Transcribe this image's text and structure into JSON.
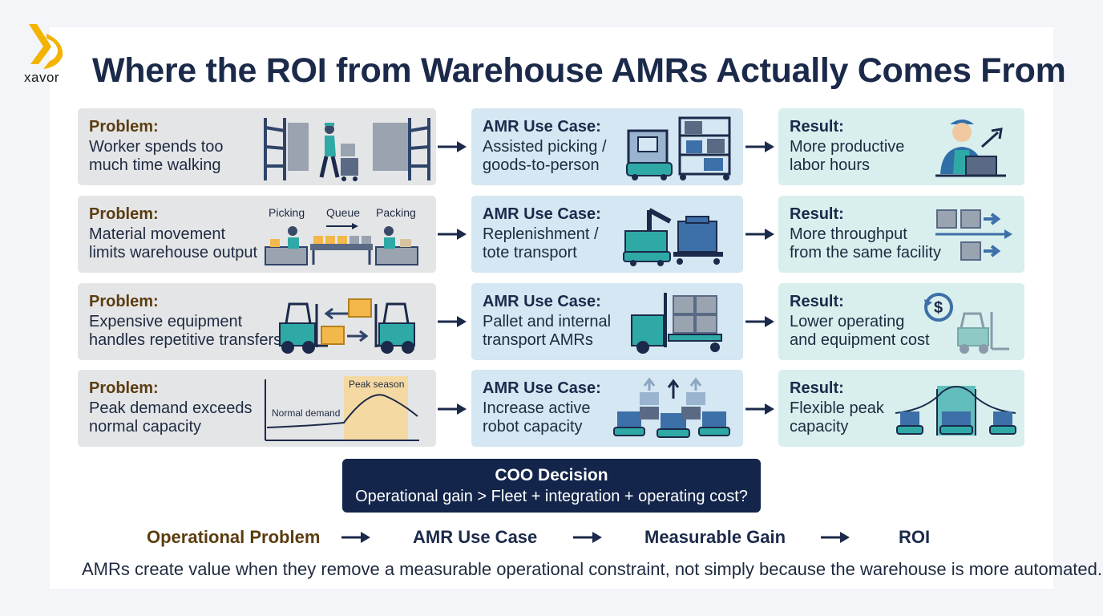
{
  "brand": {
    "logo_text": "xavor"
  },
  "title": "Where the ROI from Warehouse AMRs Actually Comes From",
  "rows": [
    {
      "problem": {
        "head": "Problem:",
        "body": "Worker spends too\nmuch time walking"
      },
      "usecase": {
        "head": "AMR Use Case:",
        "body": "Assisted picking /\ngoods-to-person"
      },
      "result": {
        "head": "Result:",
        "body": "More productive\nlabor hours"
      }
    },
    {
      "problem": {
        "head": "Problem:",
        "body": "Material movement\nlimits warehouse output",
        "labels": {
          "picking": "Picking",
          "queue": "Queue",
          "packing": "Packing"
        }
      },
      "usecase": {
        "head": "AMR Use Case:",
        "body": "Replenishment /\ntote transport"
      },
      "result": {
        "head": "Result:",
        "body": "More throughput\nfrom the same facility"
      }
    },
    {
      "problem": {
        "head": "Problem:",
        "body": "Expensive equipment\nhandles repetitive transfers"
      },
      "usecase": {
        "head": "AMR Use Case:",
        "body": "Pallet and internal\ntransport AMRs"
      },
      "result": {
        "head": "Result:",
        "body": "Lower operating\nand equipment cost"
      }
    },
    {
      "problem": {
        "head": "Problem:",
        "body": "Peak demand exceeds\nnormal capacity",
        "labels": {
          "normal": "Normal demand",
          "peak": "Peak season"
        }
      },
      "usecase": {
        "head": "AMR Use Case:",
        "body": "Increase active\nrobot capacity"
      },
      "result": {
        "head": "Result:",
        "body": "Flexible peak\ncapacity"
      }
    }
  ],
  "decision": {
    "title": "COO Decision",
    "question": "Operational gain > Fleet + integration + operating cost?"
  },
  "flow": [
    "Operational Problem",
    "AMR Use Case",
    "Measurable Gain",
    "ROI"
  ],
  "footer": "AMRs create value when they remove a measurable operational constraint, not simply because the warehouse is more automated.",
  "colors": {
    "navy": "#13254a",
    "teal": "#2fa9a6",
    "problem_bg": "#e4e5e7",
    "usecase_bg": "#d4e7f2",
    "result_bg": "#d8efee",
    "accent_orange": "#f2b84b"
  }
}
